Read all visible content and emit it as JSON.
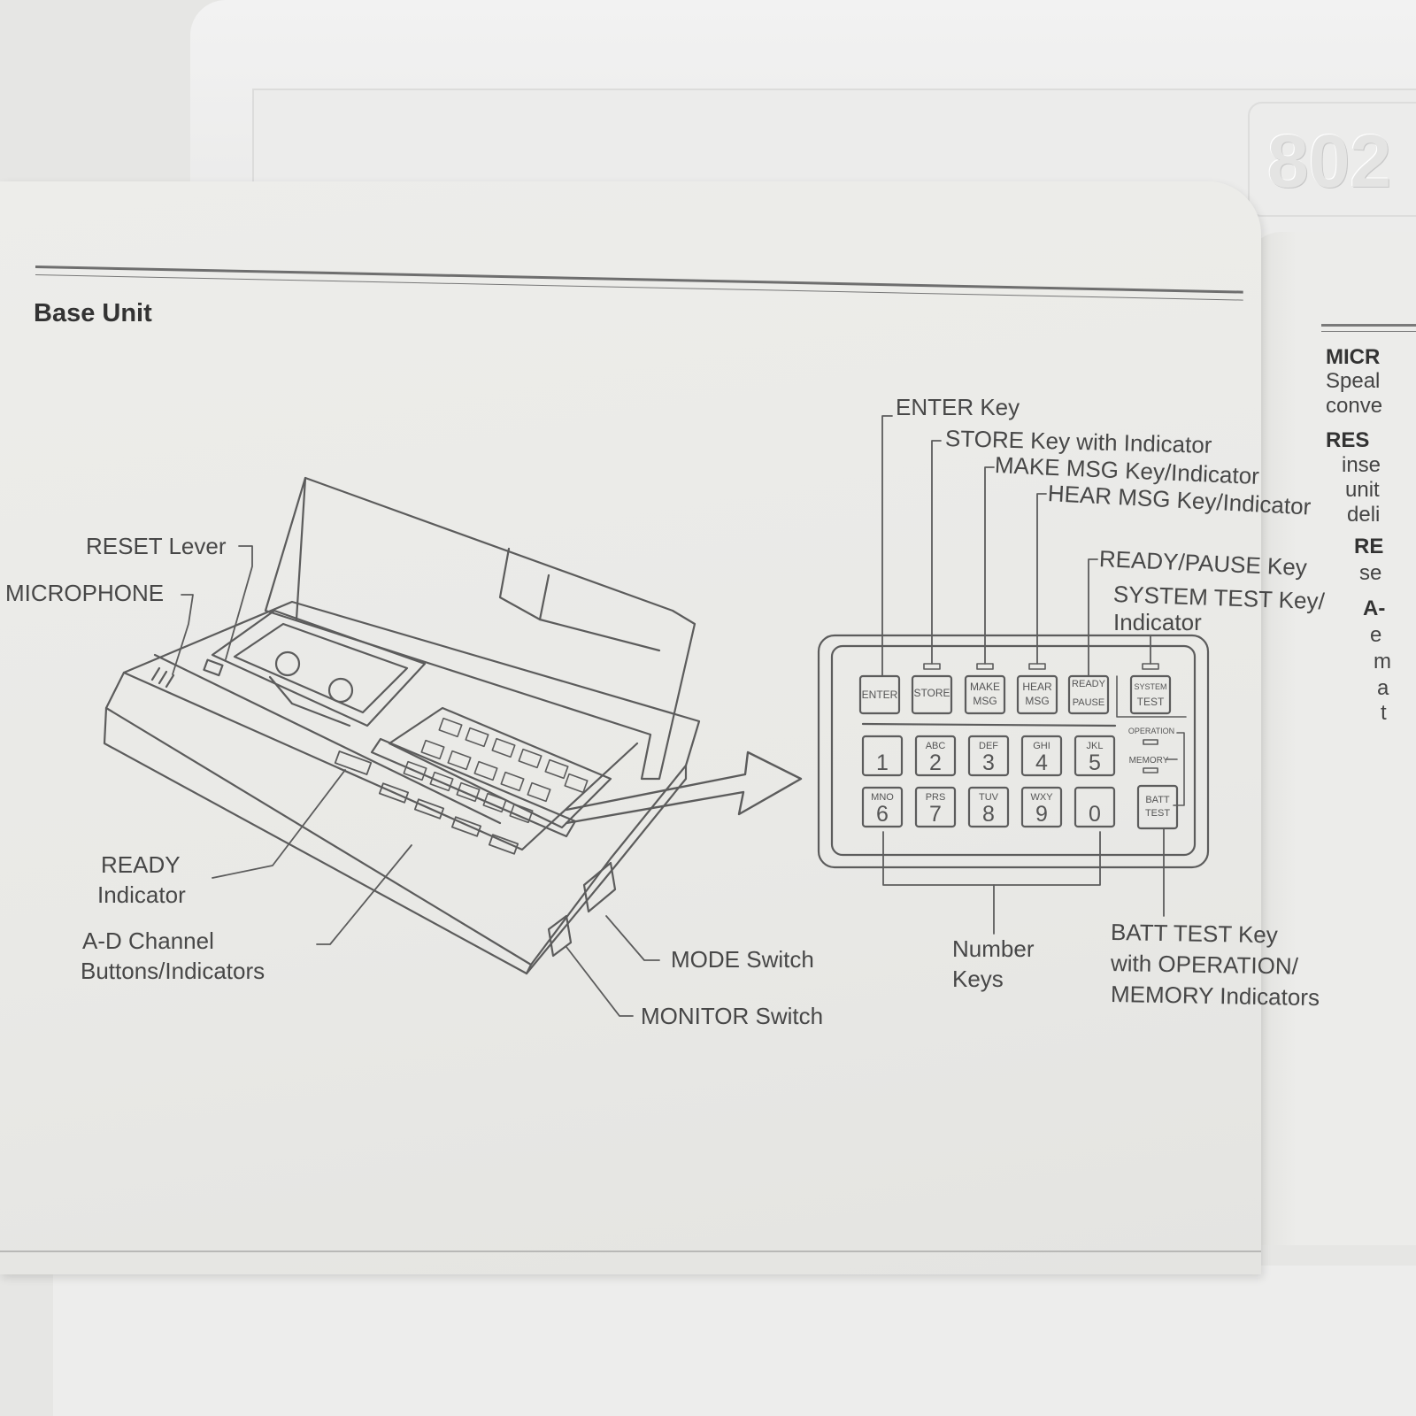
{
  "foam_emboss_text": "802",
  "section_title": "Base Unit",
  "labels": {
    "reset_lever": "RESET Lever",
    "microphone": "MICROPHONE",
    "ready_indicator_line1": "READY",
    "ready_indicator_line2": "Indicator",
    "ad_channel_line1": "A-D Channel",
    "ad_channel_line2": "Buttons/Indicators",
    "mode_switch": "MODE Switch",
    "monitor_switch": "MONITOR Switch",
    "enter_key": "ENTER Key",
    "store_key": "STORE Key with Indicator",
    "make_msg_key": "MAKE MSG Key/Indicator",
    "hear_msg_key": "HEAR MSG Key/Indicator",
    "ready_pause_key": "READY/PAUSE Key",
    "system_test_line1": "SYSTEM TEST Key/",
    "system_test_line2": "Indicator",
    "number_keys_line1": "Number",
    "number_keys_line2": "Keys",
    "batt_test_line1": "BATT TEST Key",
    "batt_test_line2": "with OPERATION/",
    "batt_test_line3": "MEMORY Indicators"
  },
  "keypad": {
    "enter": "ENTER",
    "store": "STORE",
    "make_1": "MAKE",
    "make_2": "MSG",
    "hear_1": "HEAR",
    "hear_2": "MSG",
    "ready_1": "READY",
    "ready_2": "PAUSE",
    "system_1": "SYSTEM",
    "system_2": "TEST",
    "operation": "OPERATION",
    "memory": "MEMORY",
    "batt_1": "BATT",
    "batt_2": "TEST",
    "numbers": [
      {
        "digit": "1",
        "letters": ""
      },
      {
        "digit": "2",
        "letters": "ABC"
      },
      {
        "digit": "3",
        "letters": "DEF"
      },
      {
        "digit": "4",
        "letters": "GHI"
      },
      {
        "digit": "5",
        "letters": "JKL"
      },
      {
        "digit": "6",
        "letters": "MNO"
      },
      {
        "digit": "7",
        "letters": "PRS"
      },
      {
        "digit": "8",
        "letters": "TUV"
      },
      {
        "digit": "9",
        "letters": "WXY"
      },
      {
        "digit": "0",
        "letters": ""
      }
    ]
  },
  "right_page": {
    "line1": "MICR",
    "line2": "Speal",
    "line3": "conve",
    "line4": "RES",
    "line5": "inse",
    "line6": "unit",
    "line7": "deli",
    "line8": "RE",
    "line9": "se",
    "line10": "A-",
    "line11": "e",
    "line12": "m",
    "line13": "a",
    "line14": "t"
  }
}
